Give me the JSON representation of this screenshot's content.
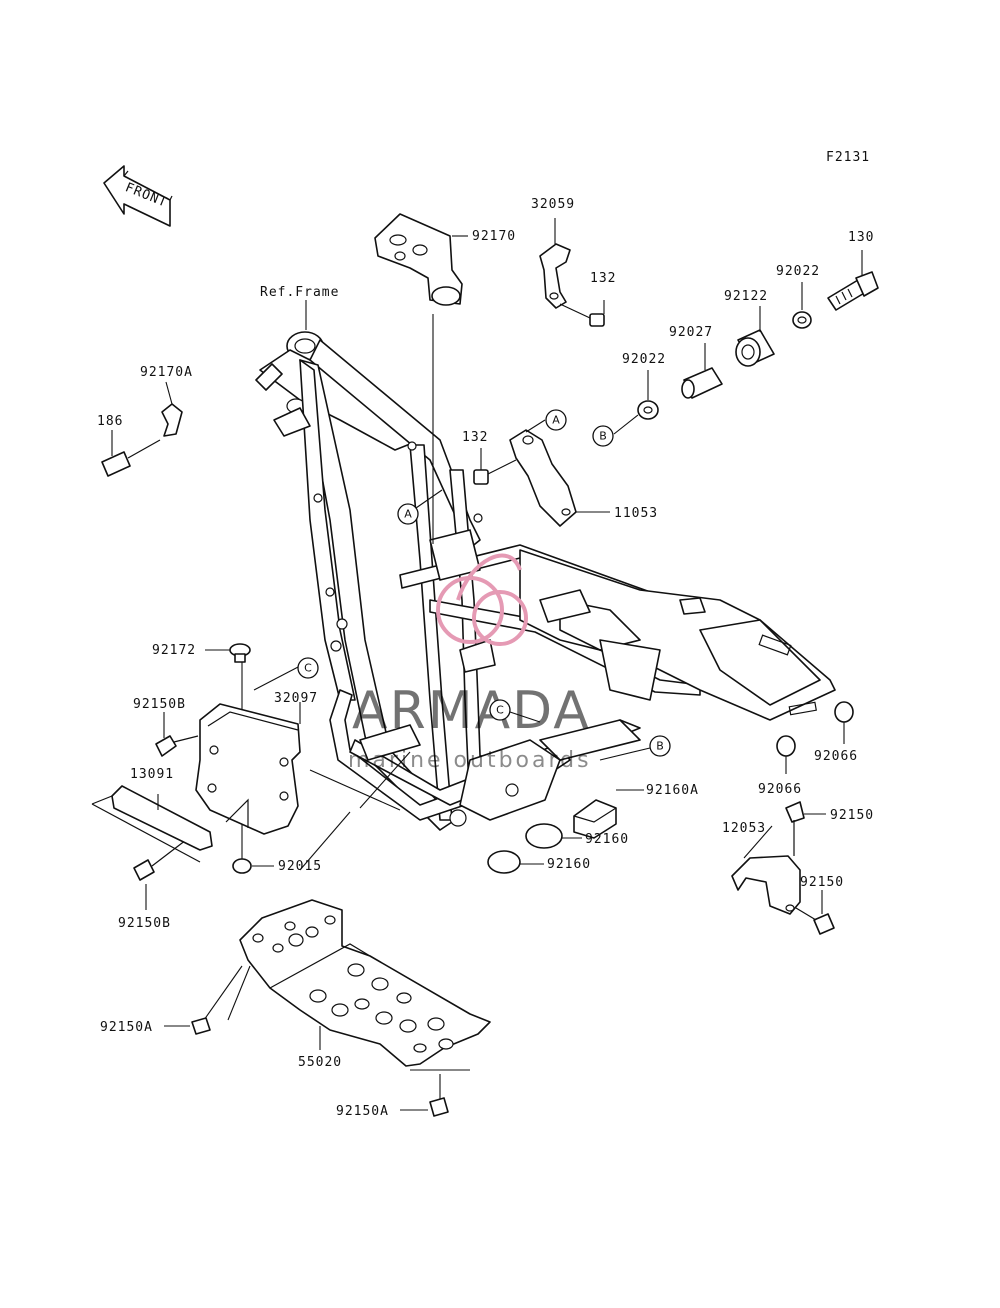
{
  "diagram_code": "F2131",
  "front_arrow_label": "FRONT",
  "ref_label": "Ref.Frame",
  "callouts": {
    "p32059": "32059",
    "p130": "130",
    "p92022a": "92022",
    "p92170": "92170",
    "p132a": "132",
    "p92122": "92122",
    "p92027": "92027",
    "p92022b": "92022",
    "p92170A": "92170A",
    "p186": "186",
    "p132b": "132",
    "p11053": "11053",
    "p92172": "92172",
    "p32097": "32097",
    "p92150B_a": "92150B",
    "p13091": "13091",
    "p92015": "92015",
    "p92150B_b": "92150B",
    "p92160A": "92160A",
    "p92160a": "92160",
    "p92160b": "92160",
    "p92066a": "92066",
    "p92066b": "92066",
    "p92150a": "92150",
    "p12053": "12053",
    "p92150b": "92150",
    "p92150A_a": "92150A",
    "p55020": "55020",
    "p92150A_b": "92150A"
  },
  "ref_markers": {
    "A1": "A",
    "A2": "A",
    "B1": "B",
    "B2": "B",
    "C1": "C",
    "C2": "C"
  },
  "watermark": {
    "brand": "ARMADA",
    "tagline": "marine outboards",
    "color": "#e59ab4"
  }
}
